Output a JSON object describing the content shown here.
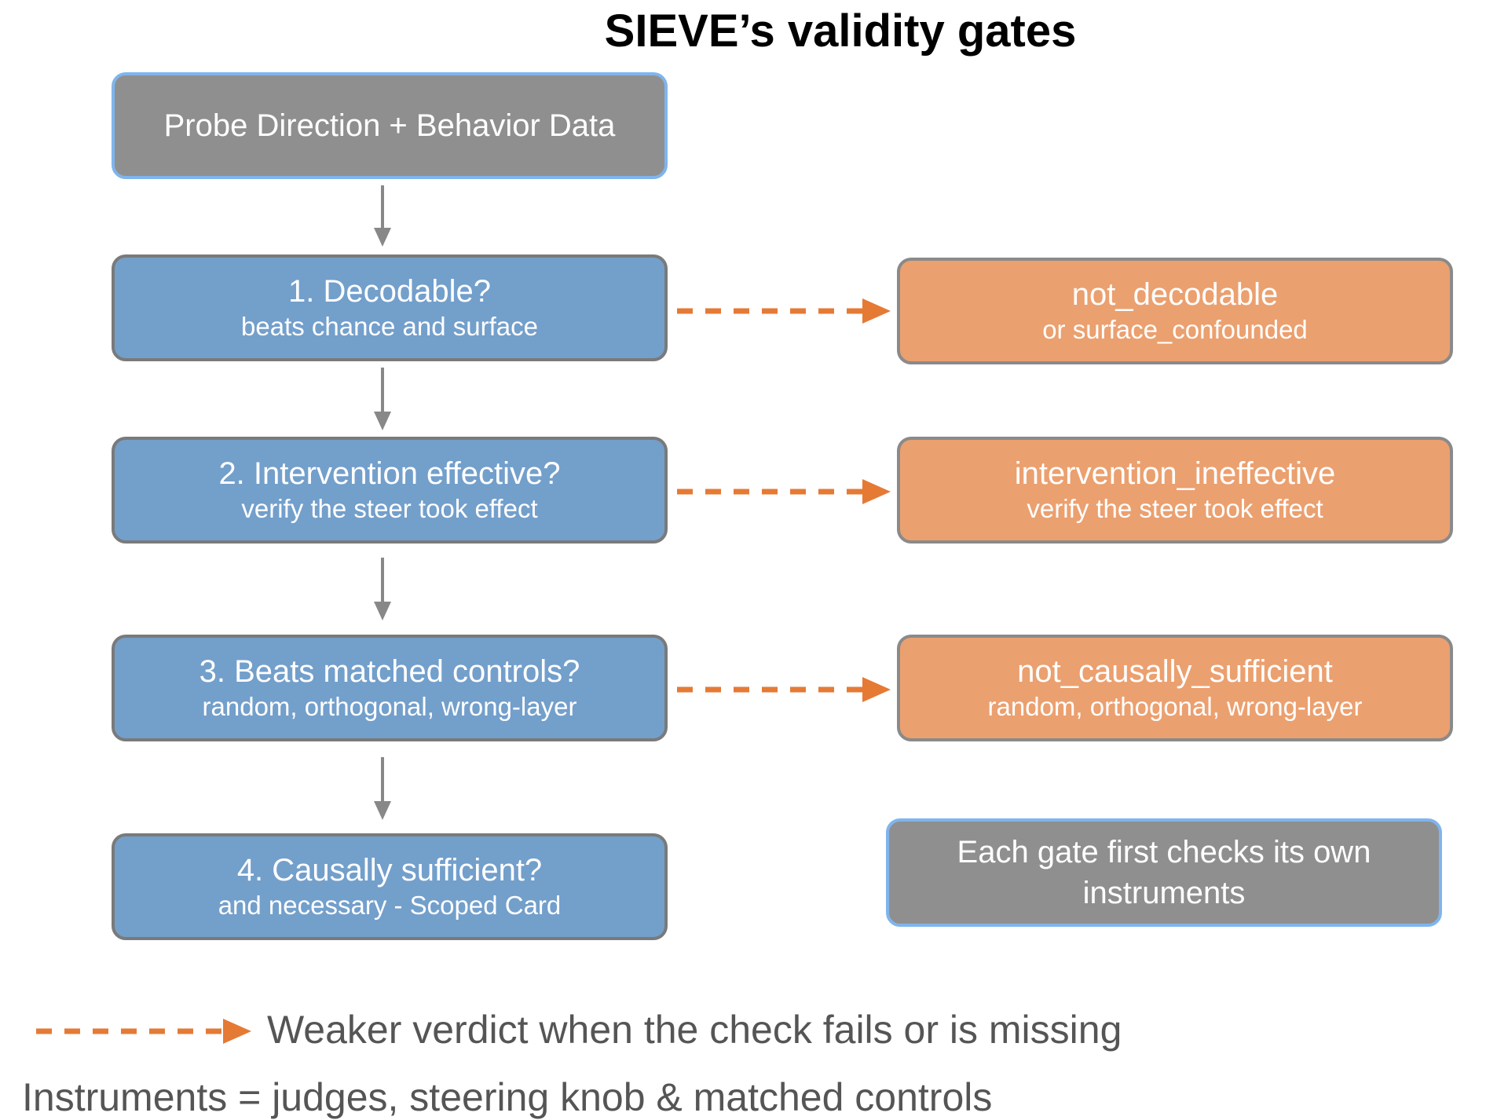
{
  "title": "SIEVE’s validity gates",
  "start": {
    "label": "Probe Direction + Behavior Data"
  },
  "gates": [
    {
      "title": "1. Decodable?",
      "subtitle": "beats chance and surface"
    },
    {
      "title": "2. Intervention effective?",
      "subtitle": "verify the steer took effect"
    },
    {
      "title": "3. Beats matched controls?",
      "subtitle": "random, orthogonal, wrong-layer"
    },
    {
      "title": "4. Causally sufficient?",
      "subtitle": "and necessary - Scoped Card"
    }
  ],
  "verdicts": [
    {
      "title": "not_decodable",
      "subtitle": "or surface_confounded"
    },
    {
      "title": "intervention_ineffective",
      "subtitle": "verify the steer took effect"
    },
    {
      "title": "not_causally_sufficient",
      "subtitle": "random, orthogonal, wrong-layer"
    }
  ],
  "note": {
    "text": "Each gate first checks its own instruments"
  },
  "legend": {
    "text": "Weaker verdict when the check fails or is missing"
  },
  "footer": {
    "text": "Instruments = judges, steering knob & matched controls"
  },
  "colors": {
    "start_fill": "#8f8f8f",
    "gate_fill": "#739fcb",
    "verdict_fill": "#eba06f",
    "highlight_border": "#7fb5ec",
    "dashed_arrow": "#e57a35",
    "solid_arrow": "#888888"
  }
}
